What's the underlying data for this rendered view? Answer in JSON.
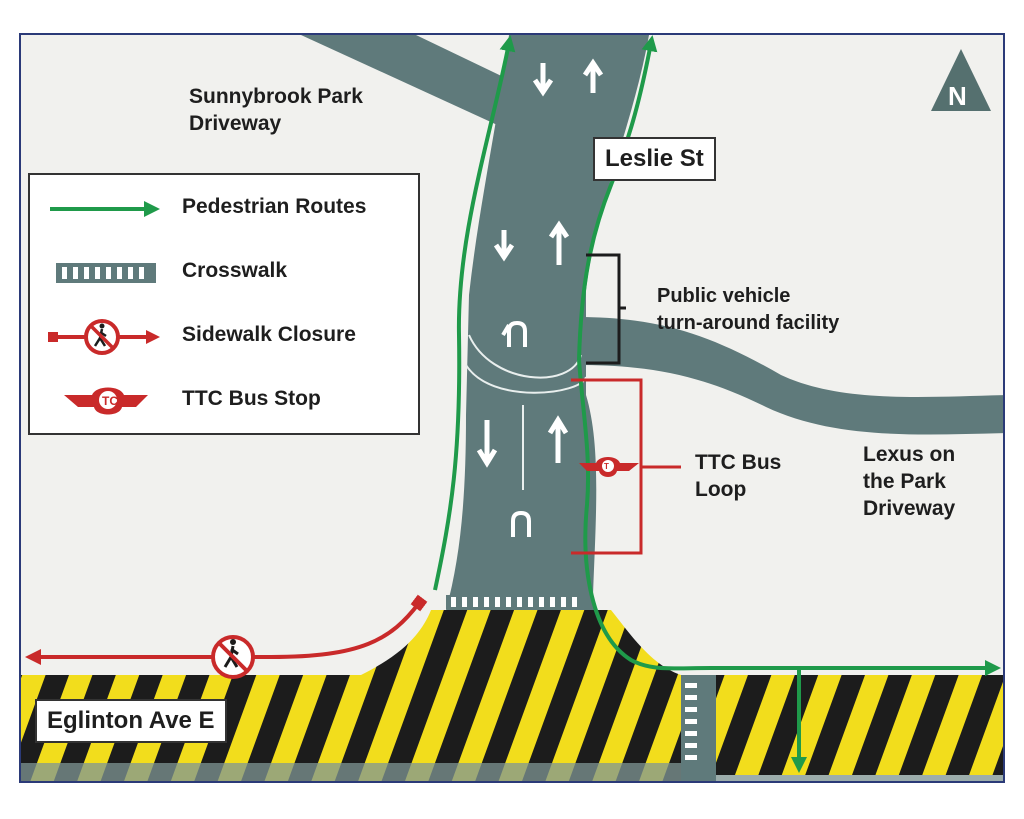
{
  "labels": {
    "sunnybrook_line1": "Sunnybrook Park",
    "sunnybrook_line2": "Driveway",
    "leslie": "Leslie St",
    "public_vehicle_line1": "Public vehicle",
    "public_vehicle_line2": "turn-around facility",
    "ttc_loop_line1": "TTC Bus",
    "ttc_loop_line2": "Loop",
    "lexus_line1": "Lexus on",
    "lexus_line2": "the Park",
    "lexus_line3": "Driveway",
    "eglinton": "Eglinton Ave E",
    "north": "N"
  },
  "legend": {
    "items": [
      {
        "label": "Pedestrian Routes",
        "icon": "green-arrow-icon"
      },
      {
        "label": "Crosswalk",
        "icon": "crosswalk-icon"
      },
      {
        "label": "Sidewalk Closure",
        "icon": "sidewalk-closure-icon"
      },
      {
        "label": "TTC Bus Stop",
        "icon": "ttc-logo-icon"
      }
    ]
  },
  "colors": {
    "road": "#5f7a7b",
    "pedestrian_route": "#1f9a4a",
    "sidewalk_closure": "#c92a2a",
    "hazard_yellow": "#f2dd1c",
    "hazard_black": "#1c1c1c",
    "map_background": "#f1f1ee",
    "frame_border": "#2b3a78"
  }
}
